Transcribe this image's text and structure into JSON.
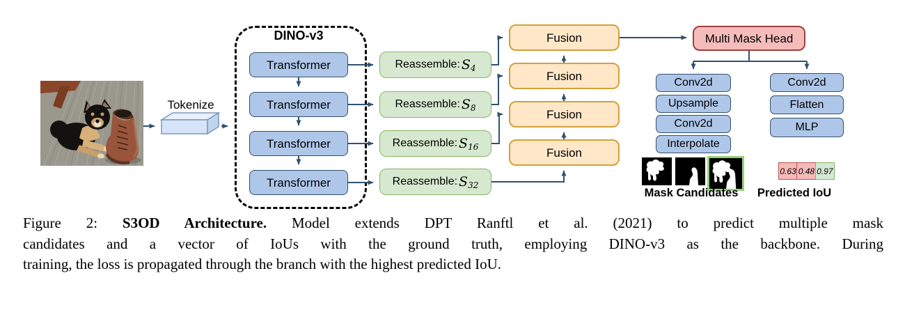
{
  "diagram": {
    "tokenize_label": "Tokenize",
    "backbone": {
      "title": "DINO-v3",
      "transformers": [
        "Transformer",
        "Transformer",
        "Transformer",
        "Transformer"
      ]
    },
    "reassemble": [
      {
        "prefix": "Reassemble:",
        "sym": "S",
        "sub": "4"
      },
      {
        "prefix": "Reassemble:",
        "sym": "S",
        "sub": "8"
      },
      {
        "prefix": "Reassemble:",
        "sym": "S",
        "sub": "16"
      },
      {
        "prefix": "Reassemble:",
        "sym": "S",
        "sub": "32"
      }
    ],
    "fusions": [
      "Fusion",
      "Fusion",
      "Fusion",
      "Fusion"
    ],
    "multi_mask_head": "Multi Mask Head",
    "mask_branch": [
      "Conv2d",
      "Upsample",
      "Conv2d",
      "Interpolate"
    ],
    "iou_branch": [
      "Conv2d",
      "Flatten",
      "MLP"
    ],
    "mask_candidates_label": "Mask Candidates",
    "predicted_iou_label": "Predicted IoU",
    "iou_values": [
      "0.63",
      "0.48",
      "0.97"
    ]
  },
  "caption": {
    "line1_prefix": "Figure 2: ",
    "line1_bold": "S3OD Architecture.",
    "line1_rest": " Model extends DPT Ranftl et al. (2021) to predict multiple mask",
    "line2": "candidates and a vector of IoUs with the ground truth, employing DINO-v3 as the backbone. During",
    "line3": "training, the loss is propagated through the branch with the highest predicted IoU."
  },
  "colors": {
    "arrow": "#31506e",
    "blue-fill": "#aec6e8",
    "blue-border": "#33506b",
    "green-fill": "#d7e8d0",
    "green-border": "#84b366",
    "orange-fill": "#ffe7c8",
    "orange-border": "#d2a139",
    "red-fill": "#f6bcbc",
    "red-border": "#9e3f3f",
    "mask-highlight": "#97d077",
    "iou-low-fill": "#f5b9b9",
    "iou-low-border": "#b85450",
    "iou-high-fill": "#d5e8d4",
    "iou-high-border": "#82b366"
  }
}
